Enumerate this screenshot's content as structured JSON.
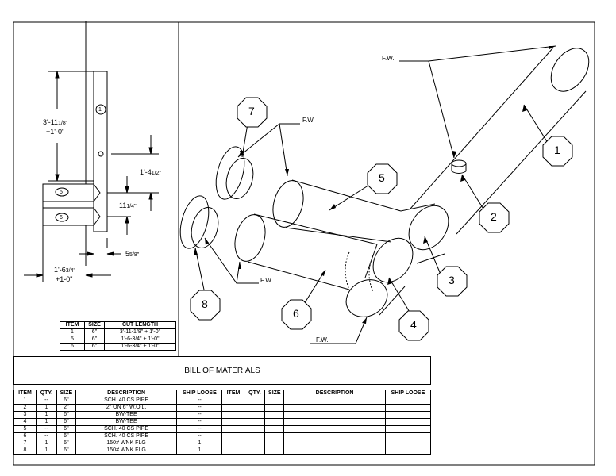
{
  "cut_table": {
    "headers": [
      "ITEM",
      "SIZE",
      "CUT LENGTH"
    ],
    "rows": [
      [
        "1",
        "6\"",
        "3'-11-1/8\" + 1'-0\""
      ],
      [
        "5",
        "6\"",
        "1'-6-3/4\" + 1'-0\""
      ],
      [
        "6",
        "6\"",
        "1'-6-3/4\" + 1'-0\""
      ]
    ]
  },
  "bom": {
    "title": "BILL OF MATERIALS",
    "headers": [
      "ITEM",
      "QTY.",
      "SIZE",
      "DESCRIPTION",
      "SHIP LOOSE",
      "ITEM",
      "QTY.",
      "SIZE",
      "DESCRIPTION",
      "SHIP LOOSE"
    ],
    "rows": [
      [
        "1",
        "--",
        "6\"",
        "SCH. 40 CS PIPE",
        "--"
      ],
      [
        "2",
        "1",
        "2\"",
        "2\" ON 6\" W.O.L.",
        "--"
      ],
      [
        "3",
        "1",
        "6\"",
        "BW-TEE",
        "--"
      ],
      [
        "4",
        "1",
        "6\"",
        "BW-TEE",
        "--"
      ],
      [
        "5",
        "--",
        "6\"",
        "SCH. 40 CS PIPE",
        "--"
      ],
      [
        "6",
        "--",
        "6\"",
        "SCH. 40 CS PIPE",
        "--"
      ],
      [
        "7",
        "1",
        "6\"",
        "150# WNK FLG",
        "1"
      ],
      [
        "8",
        "1",
        "6\"",
        "150# WNK FLG",
        "1"
      ]
    ]
  },
  "dimensions": {
    "main_length": "3'-11",
    "main_length_frac": "1/8\"",
    "main_allow": "+1'-0\"",
    "upper_offset": "1'-4",
    "upper_offset_frac": "1/2\"",
    "branch_spacing": "11",
    "branch_spacing_frac": "1/4\"",
    "depth": "5",
    "depth_frac": "5/8\"",
    "branch_length": "1'-6",
    "branch_length_frac": "3/4\"",
    "branch_allow": "+1-0\""
  },
  "side_view_balloons": [
    "1",
    "5",
    "6"
  ],
  "iso_balloons": [
    "1",
    "2",
    "3",
    "4",
    "5",
    "6",
    "7",
    "8"
  ],
  "weld_labels": {
    "fw1": "F.W.",
    "fw2": "F.W.",
    "fw3": "F.W.",
    "fw4": "F.W."
  }
}
